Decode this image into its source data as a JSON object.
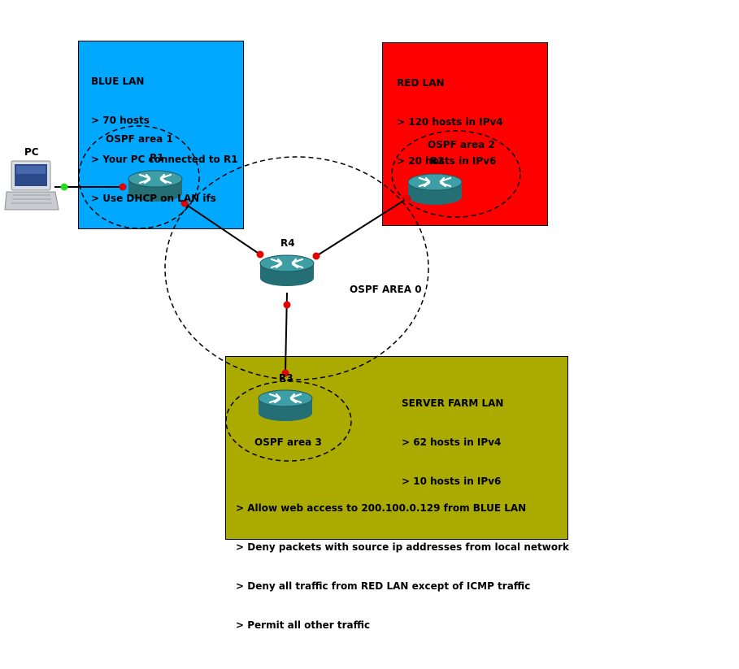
{
  "colors": {
    "blue_lan": "#00a8ff",
    "red_lan": "#ff0000",
    "server_lan": "#aaaa00",
    "link_dot": "#e60000",
    "pc_dot": "#22dd22",
    "router_body": "#2f8d94"
  },
  "blue_lan": {
    "title": "BLUE LAN",
    "lines": [
      "> 70 hosts",
      "> Your PC connected to R1",
      "> Use DHCP on LAN ifs"
    ]
  },
  "red_lan": {
    "title": "RED LAN",
    "lines": [
      "> 120 hosts in IPv4",
      "> 20 hosts in IPv6"
    ]
  },
  "server_lan": {
    "title": "SERVER FARM LAN",
    "lines": [
      "> 62 hosts in IPv4",
      "> 10 hosts in IPv6"
    ],
    "rules": [
      "> Allow web access to 200.100.0.129 from BLUE LAN",
      "> Deny packets with source ip addresses from local network",
      "> Deny all traffic from RED LAN except of ICMP traffic",
      "> Permit all other traffic"
    ]
  },
  "areas": {
    "area1": "OSPF area 1",
    "area2": "OSPF area 2",
    "area3": "OSPF area 3",
    "area0": "OSPF AREA 0"
  },
  "devices": {
    "pc": "PC",
    "r1": "R1",
    "r2": "R2",
    "r3": "R3",
    "r4": "R4"
  },
  "icons": {
    "router": "router-icon",
    "pc": "laptop-icon"
  }
}
